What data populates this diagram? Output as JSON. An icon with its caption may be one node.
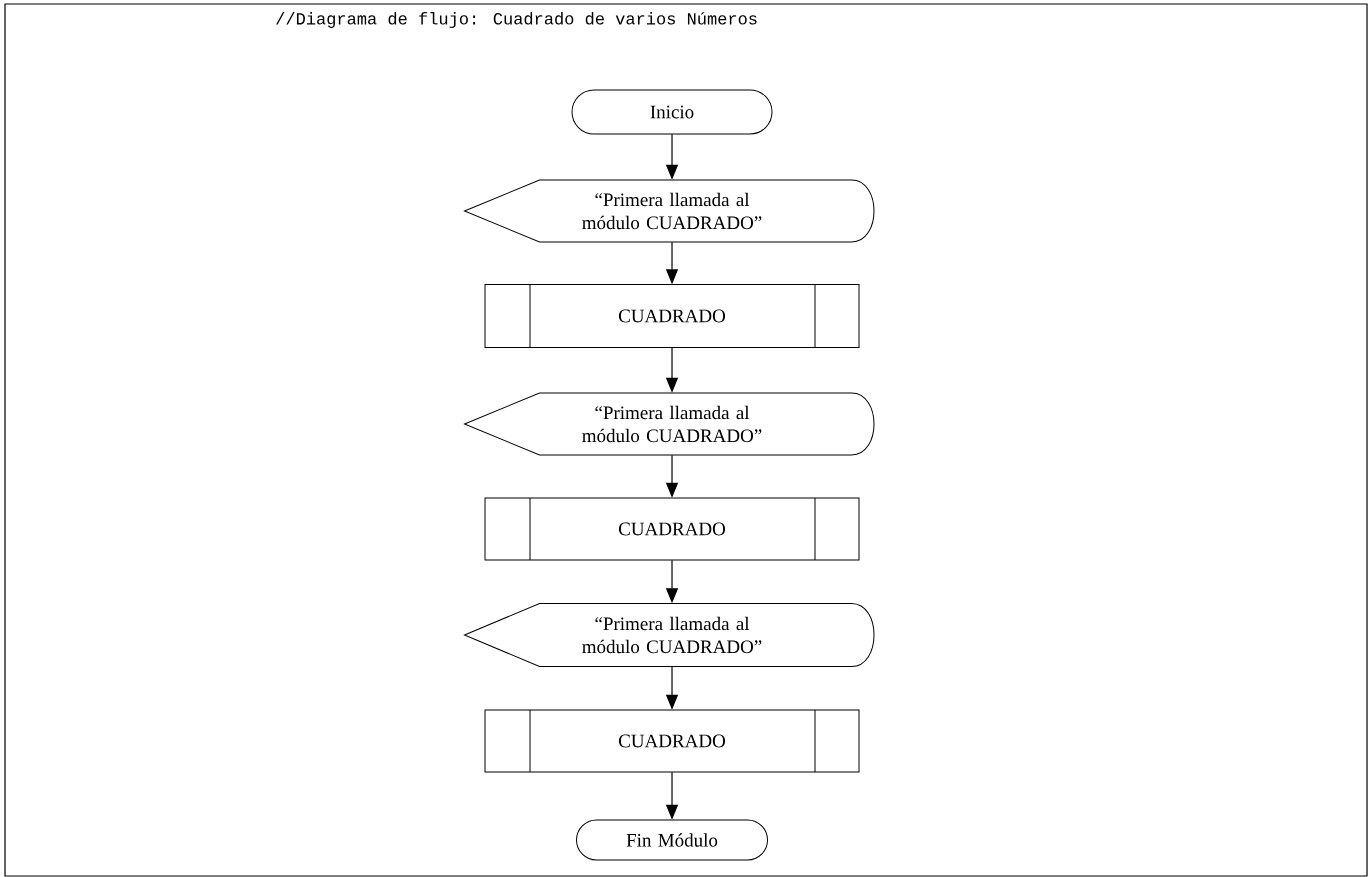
{
  "diagram": {
    "title": "//Diagrama de flujo: Cuadrado de varios Números",
    "nodes": [
      {
        "text": [
          "Inicio"
        ]
      },
      {
        "text": [
          "“Primera llamada al módulo CUADRADO”"
        ]
      },
      {
        "text": [
          "CUADRADO"
        ]
      },
      {
        "text": [
          "“Primera llamada al módulo CUADRADO”"
        ]
      },
      {
        "text": [
          "CUADRADO"
        ]
      },
      {
        "text": [
          "“Primera llamada al módulo CUADRADO”"
        ]
      },
      {
        "text": [
          "CUADRADO"
        ]
      },
      {
        "text": [
          "Fin Módulo"
        ]
      }
    ],
    "edges": [
      {
        "from": 0,
        "to": 1,
        "arrow": "to"
      },
      {
        "from": 1,
        "to": 2,
        "arrow": "to"
      },
      {
        "from": 2,
        "to": 3,
        "arrow": "to"
      },
      {
        "from": 3,
        "to": 4,
        "arrow": "to"
      },
      {
        "from": 4,
        "to": 5,
        "arrow": "to"
      },
      {
        "from": 5,
        "to": 6,
        "arrow": "to"
      },
      {
        "from": 6,
        "to": 7,
        "arrow": "to"
      }
    ]
  }
}
